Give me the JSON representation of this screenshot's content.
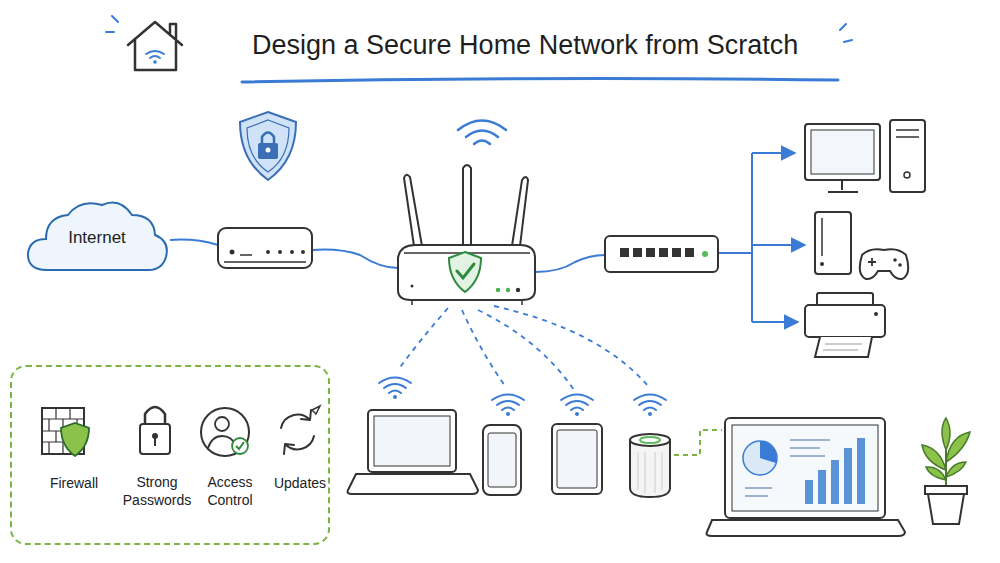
{
  "diagram": {
    "title": "Design a Secure Home Network from Scratch",
    "nodes": [
      {
        "text": [
          "Internet"
        ]
      },
      {
        "text": [
          "Firewall",
          "Strong Passwords",
          "Access Control",
          "Updates"
        ]
      }
    ]
  }
}
